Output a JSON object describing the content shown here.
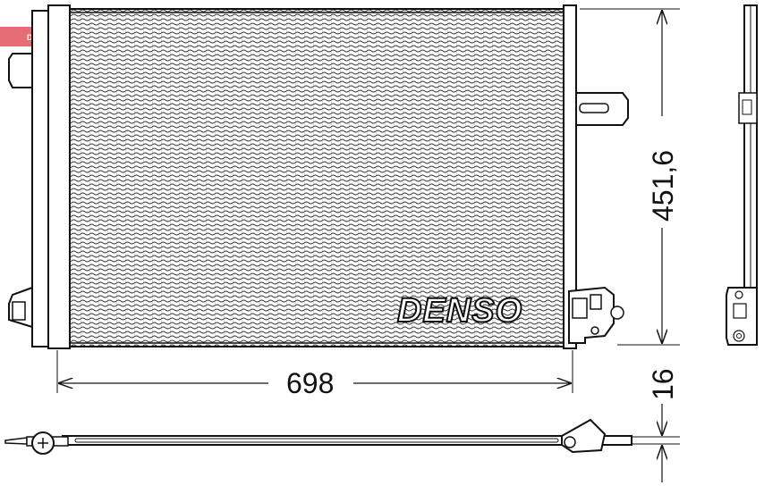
{
  "drawing": {
    "brand": "DENSO",
    "watermark": "DENSO",
    "dimensions": {
      "width": "698",
      "height": "451,6",
      "depth": "16"
    }
  }
}
